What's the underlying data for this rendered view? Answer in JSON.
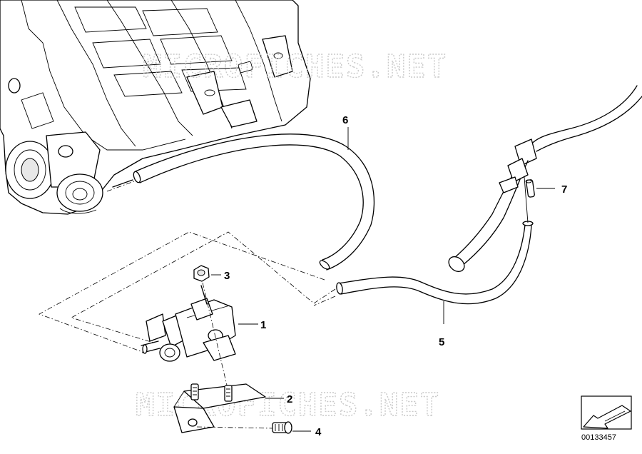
{
  "watermark": {
    "text_top": "MICROFICHES.NET",
    "text_bottom": "MICROFICHES.NET"
  },
  "callouts": [
    {
      "id": "1",
      "label": "1"
    },
    {
      "id": "2",
      "label": "2"
    },
    {
      "id": "3",
      "label": "3"
    },
    {
      "id": "4",
      "label": "4"
    },
    {
      "id": "5",
      "label": "5"
    },
    {
      "id": "6",
      "label": "6"
    },
    {
      "id": "7",
      "label": "7"
    }
  ],
  "reference_number": "00133457",
  "icons": {
    "orientation": "arrow-down-left-icon"
  },
  "colors": {
    "line": "#000000",
    "watermark": "#c9c9c9",
    "background": "#ffffff"
  }
}
